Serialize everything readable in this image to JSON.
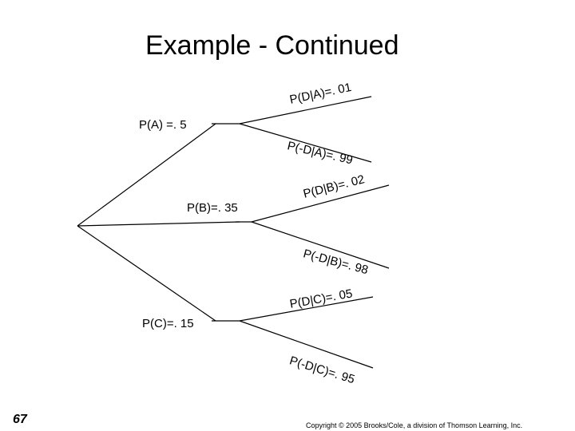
{
  "slide": {
    "title": "Example - Continued",
    "page_number": "67",
    "copyright": "Copyright © 2005 Brooks/Cole, a division of Thomson Learning, Inc."
  },
  "tree": {
    "first_level": [
      {
        "label": "P(A) =. 5"
      },
      {
        "label": "P(B)=. 35"
      },
      {
        "label": "P(C)=. 15"
      }
    ],
    "second_level": [
      {
        "label": "P(D|A)=. 01"
      },
      {
        "label": "P(-D|A)=. 99"
      },
      {
        "label": "P(D|B)=. 02"
      },
      {
        "label": "P(-D|B)=. 98"
      },
      {
        "label": "P(D|C)=. 05"
      },
      {
        "label": "P(-D|C)=. 95"
      }
    ]
  }
}
